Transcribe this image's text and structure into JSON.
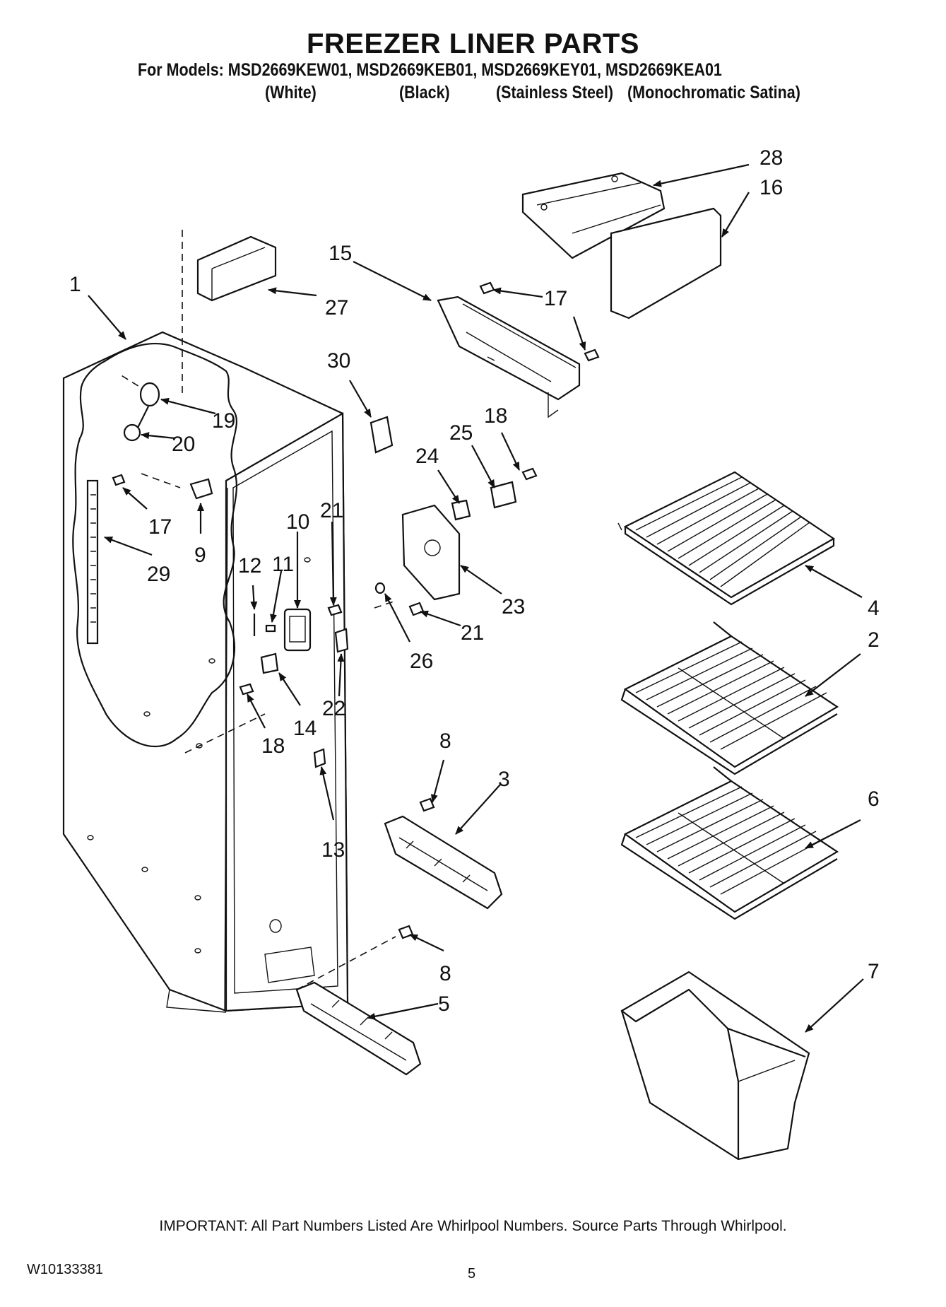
{
  "header": {
    "title": "FREEZER LINER PARTS",
    "models_line": "For Models: MSD2669KEW01, MSD2669KEB01, MSD2669KEY01, MSD2669KEA01",
    "variants": [
      "(White)",
      "(Black)",
      "(Stainless Steel)",
      "(Monochromatic Satina)"
    ]
  },
  "callouts": [
    "1",
    "2",
    "3",
    "4",
    "5",
    "6",
    "7",
    "8",
    "8",
    "9",
    "10",
    "11",
    "12",
    "13",
    "14",
    "15",
    "16",
    "17",
    "17",
    "18",
    "18",
    "19",
    "20",
    "21",
    "21",
    "22",
    "23",
    "24",
    "25",
    "26",
    "27",
    "28",
    "29",
    "30"
  ],
  "footer": {
    "note": "IMPORTANT: All Part Numbers Listed Are Whirlpool Numbers. Source Parts Through Whirlpool.",
    "doc_id": "W10133381",
    "page": "5"
  }
}
